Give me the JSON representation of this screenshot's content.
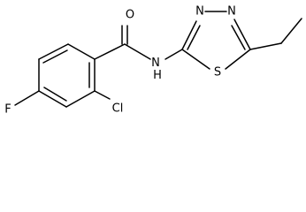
{
  "labels": {
    "O": "O",
    "NH": "N\nH",
    "N1": "N",
    "N2": "N",
    "S": "S",
    "Cl": "Cl",
    "F": "F"
  }
}
